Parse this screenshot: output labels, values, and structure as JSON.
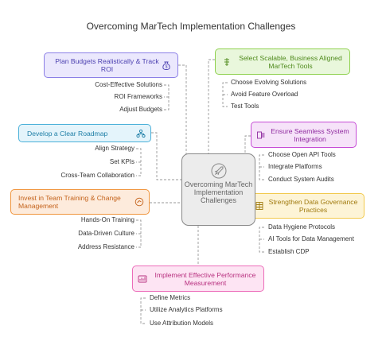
{
  "title": "Overcoming MarTech Implementation Challenges",
  "center": {
    "text": "Overcoming MarTech Implementation Challenges",
    "icon": "rocket-in-circle-icon"
  },
  "nodes": {
    "budget": {
      "label": "Plan Budgets Realistically & Track ROI",
      "icon": "money-bag-icon",
      "color": "#8b7fe6",
      "items": [
        "Cost-Effective Solutions",
        "ROI Frameworks",
        "Adjust Budgets"
      ]
    },
    "roadmap": {
      "label": "Develop a Clear Roadmap",
      "icon": "roadmap-icon",
      "color": "#4ab0d9",
      "items": [
        "Align Strategy",
        "Set KPIs",
        "Cross-Team Collaboration"
      ]
    },
    "training": {
      "label": "Invest in Team Training & Change Management",
      "icon": "training-icon",
      "color": "#f0953d",
      "items": [
        "Hands-On Training",
        "Data-Driven Culture",
        "Address Resistance"
      ]
    },
    "tools": {
      "label": "Select Scalable, Business Aligned MarTech Tools",
      "icon": "tools-icon",
      "color": "#8fd14f",
      "items": [
        "Choose Evolving Solutions",
        "Avoid Feature Overload",
        "Test Tools"
      ]
    },
    "integration": {
      "label": "Ensure Seamless System Integration",
      "icon": "integration-icon",
      "color": "#c64cd6",
      "items": [
        "Choose Open API Tools",
        "Integrate Platforms",
        "Conduct System Audits"
      ]
    },
    "governance": {
      "label": "Strengthen Data Governance Practices",
      "icon": "data-governance-icon",
      "color": "#f2c94c",
      "items": [
        "Data Hygiene Protocols",
        "AI Tools for Data Management",
        "Establish CDP"
      ]
    },
    "performance": {
      "label": "Implement Effective Performance Measurement",
      "icon": "performance-icon",
      "color": "#ec6cb9",
      "items": [
        "Define Metrics",
        "Utilize Analytics Platforms",
        "Use Attribution Models"
      ]
    }
  }
}
